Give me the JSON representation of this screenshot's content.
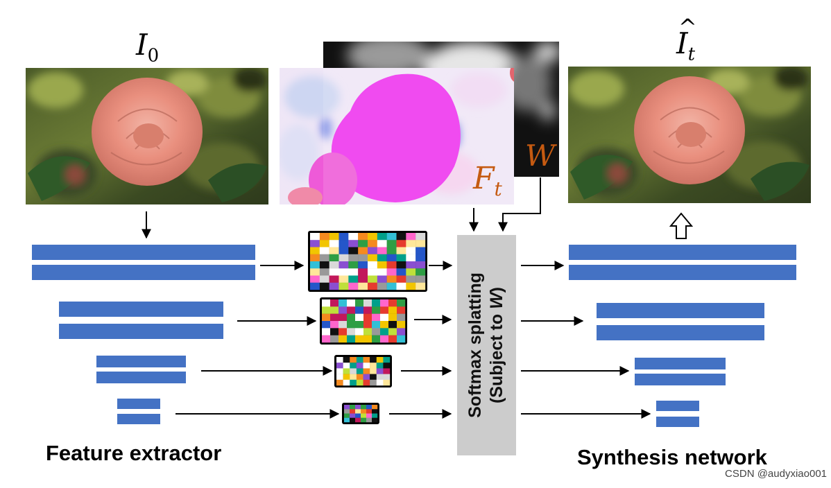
{
  "input_label": {
    "base": "I",
    "sub": "0"
  },
  "output_label": {
    "base": "I",
    "hat": "^",
    "sub": "t"
  },
  "flow_label": {
    "base": "F",
    "sub": "t"
  },
  "weight_label": "W",
  "splatting": {
    "line1": "Softmax splatting",
    "line2_prefix": "(Subject to ",
    "line2_var": "W",
    "line2_suffix": ")"
  },
  "feature_extractor_label": "Feature extractor",
  "synthesis_network_label": "Synthesis network",
  "watermark": "CSDN @audyxiao001",
  "colors": {
    "bar": "#4472c4",
    "accent": "#c55a11",
    "splat_box": "#cccccc",
    "flow_magenta": "#ee33ee"
  }
}
